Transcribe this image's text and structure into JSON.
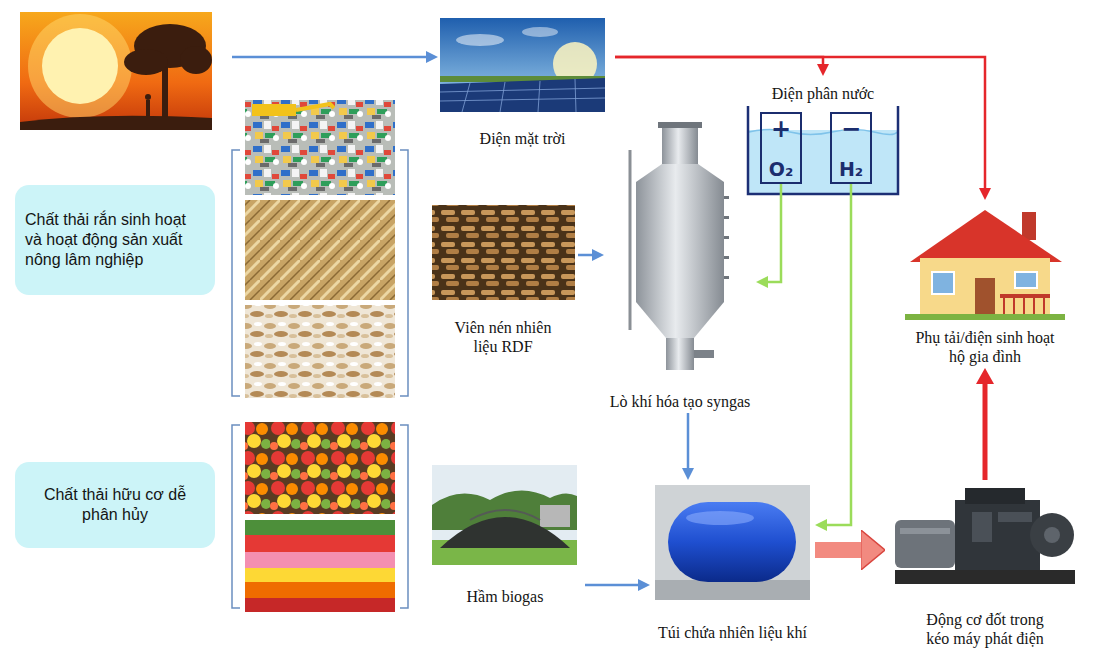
{
  "diagram": {
    "nodes": [
      {
        "text": [
          "Điện mặt trời"
        ]
      },
      {
        "text": [
          "Điện phân nước"
        ]
      },
      {
        "text": [
          "+",
          "O₂"
        ],
        "in": 1
      },
      {
        "text": [
          "−",
          "H₂"
        ],
        "in": 1
      },
      {
        "text": [
          "Chất thải rắn sinh hoạt và hoạt động sản xuất nông lâm nghiệp"
        ]
      },
      {
        "text": [
          "Viên nén nhiên liệu RDF"
        ]
      },
      {
        "text": [
          "Lò khí hóa tạo syngas"
        ]
      },
      {
        "text": [
          "Phụ tải/điện sinh hoạt hộ gia đình"
        ]
      },
      {
        "text": [
          "Chất thải hữu cơ dễ phân hủy"
        ]
      },
      {
        "text": [
          "Hầm biogas"
        ]
      },
      {
        "text": [
          "Túi chứa nhiên liệu khí"
        ]
      },
      {
        "text": [
          "Động cơ đốt trong kéo máy phát điện"
        ]
      }
    ],
    "edges": [
      {
        "from": 0,
        "to": 1,
        "arrow": "to"
      },
      {
        "from": 0,
        "to": 7,
        "arrow": "to"
      },
      {
        "from": 2,
        "to": 6,
        "arrow": "to"
      },
      {
        "from": 3,
        "to": 10,
        "arrow": "to"
      },
      {
        "from": 5,
        "to": 6,
        "arrow": "to"
      },
      {
        "from": 6,
        "to": 10,
        "arrow": "to"
      },
      {
        "from": 9,
        "to": 10,
        "arrow": "to"
      },
      {
        "from": 10,
        "to": 11,
        "arrow": "to"
      },
      {
        "from": 11,
        "to": 7,
        "arrow": "to"
      }
    ]
  }
}
